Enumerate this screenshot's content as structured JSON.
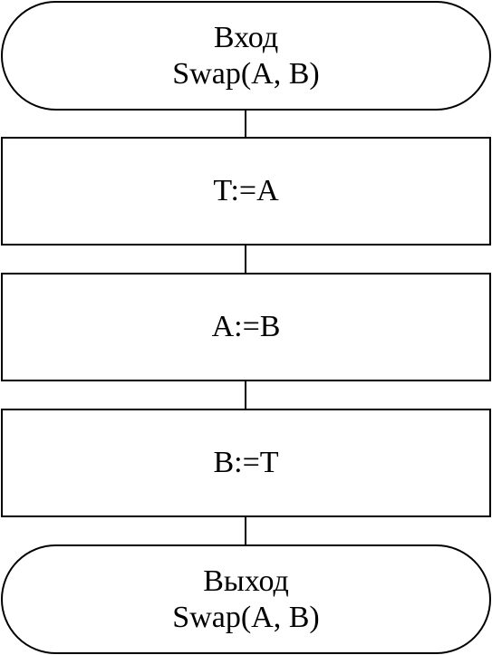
{
  "flowchart": {
    "start": {
      "line1": "Вход",
      "line2": "Swap(A, B)"
    },
    "steps": [
      {
        "text": "T:=A"
      },
      {
        "text": "A:=B"
      },
      {
        "text": "B:=T"
      }
    ],
    "end": {
      "line1": "Выход",
      "line2": "Swap(A, B)"
    }
  }
}
